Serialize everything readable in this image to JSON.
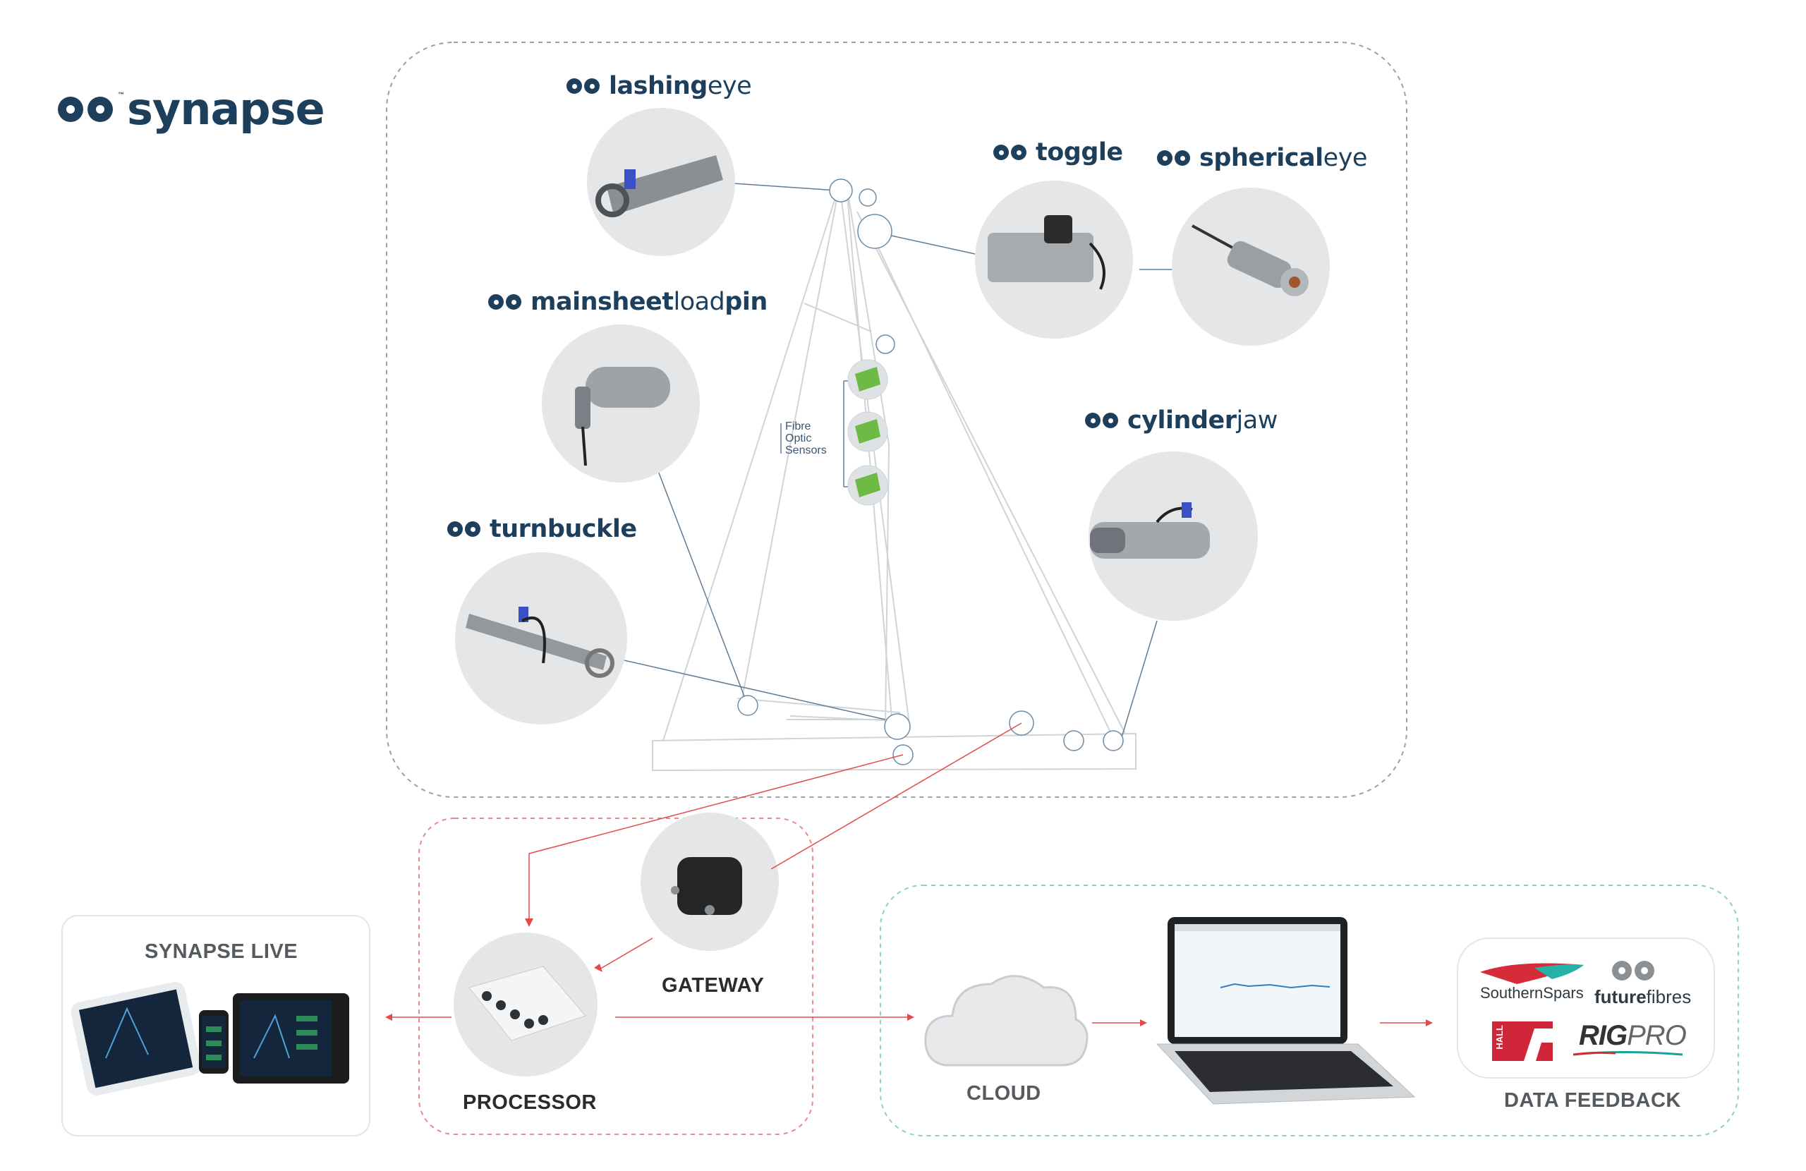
{
  "brand": {
    "name": "synapse",
    "trademark": "™"
  },
  "products": {
    "lashing_eye": {
      "bold": "lashing",
      "light": "eye"
    },
    "mainsheet_load_pin": {
      "bold": "mainsheet",
      "light": "load",
      "bold2": "pin"
    },
    "turnbuckle": {
      "bold": "turnbuckle"
    },
    "toggle": {
      "bold": "toggle"
    },
    "spherical_eye": {
      "bold": "spherical",
      "light": "eye"
    },
    "cylinder_jaw": {
      "bold": "cylinder",
      "light": "jaw"
    }
  },
  "fibre_optic_sensors": [
    "Fibre",
    "Optic",
    "Sensors"
  ],
  "flow": {
    "synapse_live": "SYNAPSE LIVE",
    "gateway": "GATEWAY",
    "processor": "PROCESSOR",
    "cloud": "CLOUD",
    "data_feedback": "DATA FEEDBACK"
  },
  "partners": {
    "southern_spars": "SouthernSpars",
    "future_fibres_bold": "future",
    "future_fibres_light": "fibres",
    "hall": "HALL",
    "rigpro_bold": "RIG",
    "rigpro_light": "PRO"
  },
  "colors": {
    "navy": "#1d3f5c",
    "dash_grey": "#9aa0a6",
    "dash_red": "#e88a8a",
    "dash_teal": "#8fd0c4",
    "connector_red": "#e24b4b",
    "connector_blue": "#5f7b95",
    "sensor_green": "#6dbb45"
  }
}
